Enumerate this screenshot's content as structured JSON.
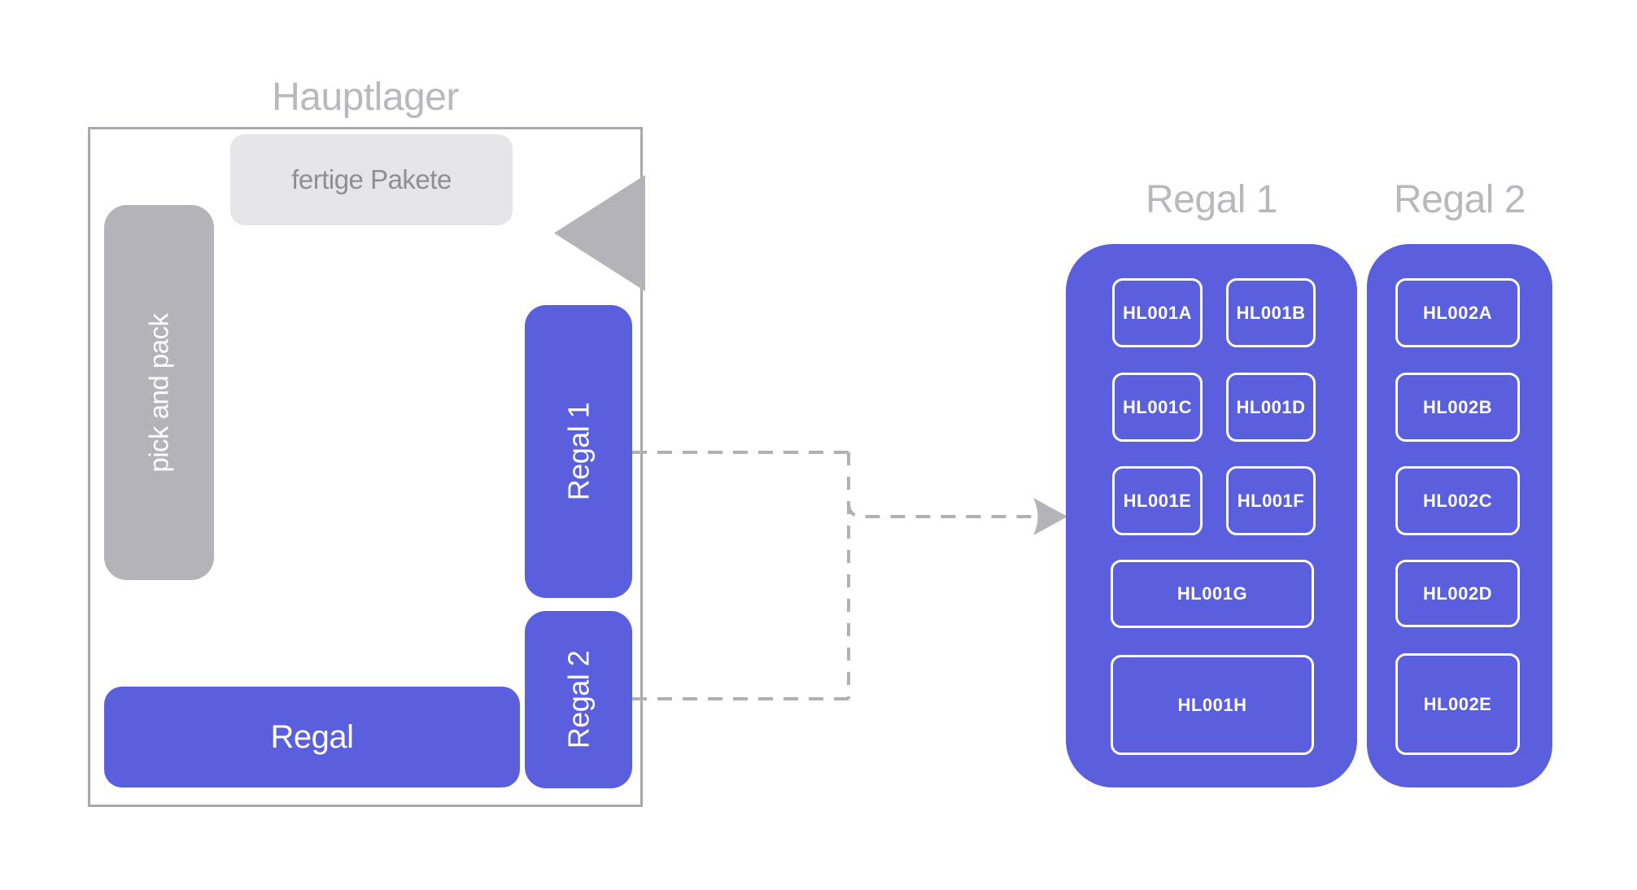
{
  "colors": {
    "purple": "#5a5fdd",
    "gray_bar": "#b4b4b8",
    "gray_light_box": "#e6e6e8",
    "gray_border": "#a9a9ad",
    "gray_title": "#b9b9bd",
    "gray_label_text": "#8e8e93",
    "gray_dash": "#b1b1b5",
    "slot_border": "#ffffff",
    "slot_text": "#ffffff"
  },
  "main_warehouse": {
    "title": "Hauptlager",
    "finished_packages_label": "fertige Pakete",
    "pick_and_pack_label": "pick and pack",
    "shelf1_label": "Regal 1",
    "shelf2_label": "Regal 2",
    "bottom_shelf_label": "Regal"
  },
  "shelf_details": {
    "regal1": {
      "title": "Regal 1",
      "slots": [
        "HL001A",
        "HL001B",
        "HL001C",
        "HL001D",
        "HL001E",
        "HL001F",
        "HL001G",
        "HL001H"
      ]
    },
    "regal2": {
      "title": "Regal 2",
      "slots": [
        "HL002A",
        "HL002B",
        "HL002C",
        "HL002D",
        "HL002E"
      ]
    }
  }
}
